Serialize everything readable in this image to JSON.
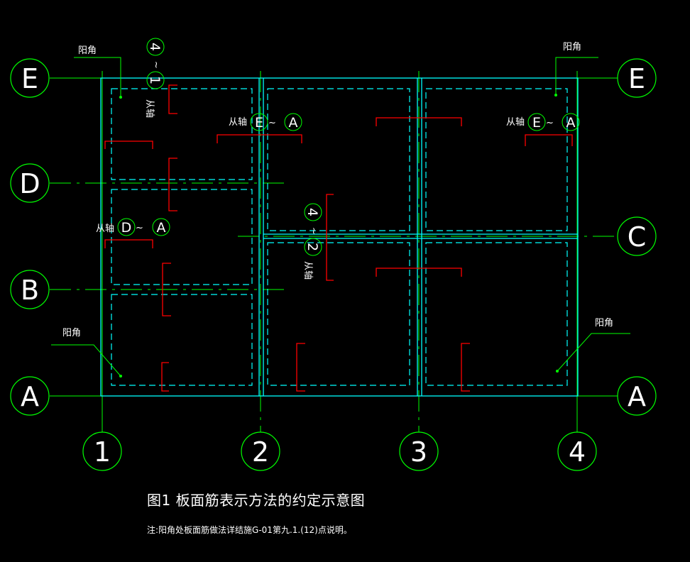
{
  "grid_axes": {
    "rows": [
      "E",
      "D",
      "C",
      "B",
      "A"
    ],
    "columns": [
      "1",
      "2",
      "3",
      "4"
    ]
  },
  "callouts": {
    "corner_label": "阳角",
    "from_axis": "从轴",
    "range_marker": "~",
    "from_axis_E_A": {
      "start": "E",
      "end": "A"
    },
    "from_axis_D_A": {
      "start": "D",
      "end": "A"
    },
    "from_axis_1_4": {
      "start": "1",
      "end": "4"
    },
    "from_axis_2_4": {
      "start": "2",
      "end": "4"
    }
  },
  "caption": {
    "title": "图1   板面筋表示方法的约定示意图",
    "note": "注:阳角处板面筋做法详结施G-01第九.1.(12)点说明。"
  },
  "colors": {
    "axis_circle": "#00ff00",
    "axis_line": "#00ff00",
    "slab_edge": "#00ffff",
    "rebar": "#ff0000",
    "text": "#ffffff",
    "background": "#000000"
  }
}
